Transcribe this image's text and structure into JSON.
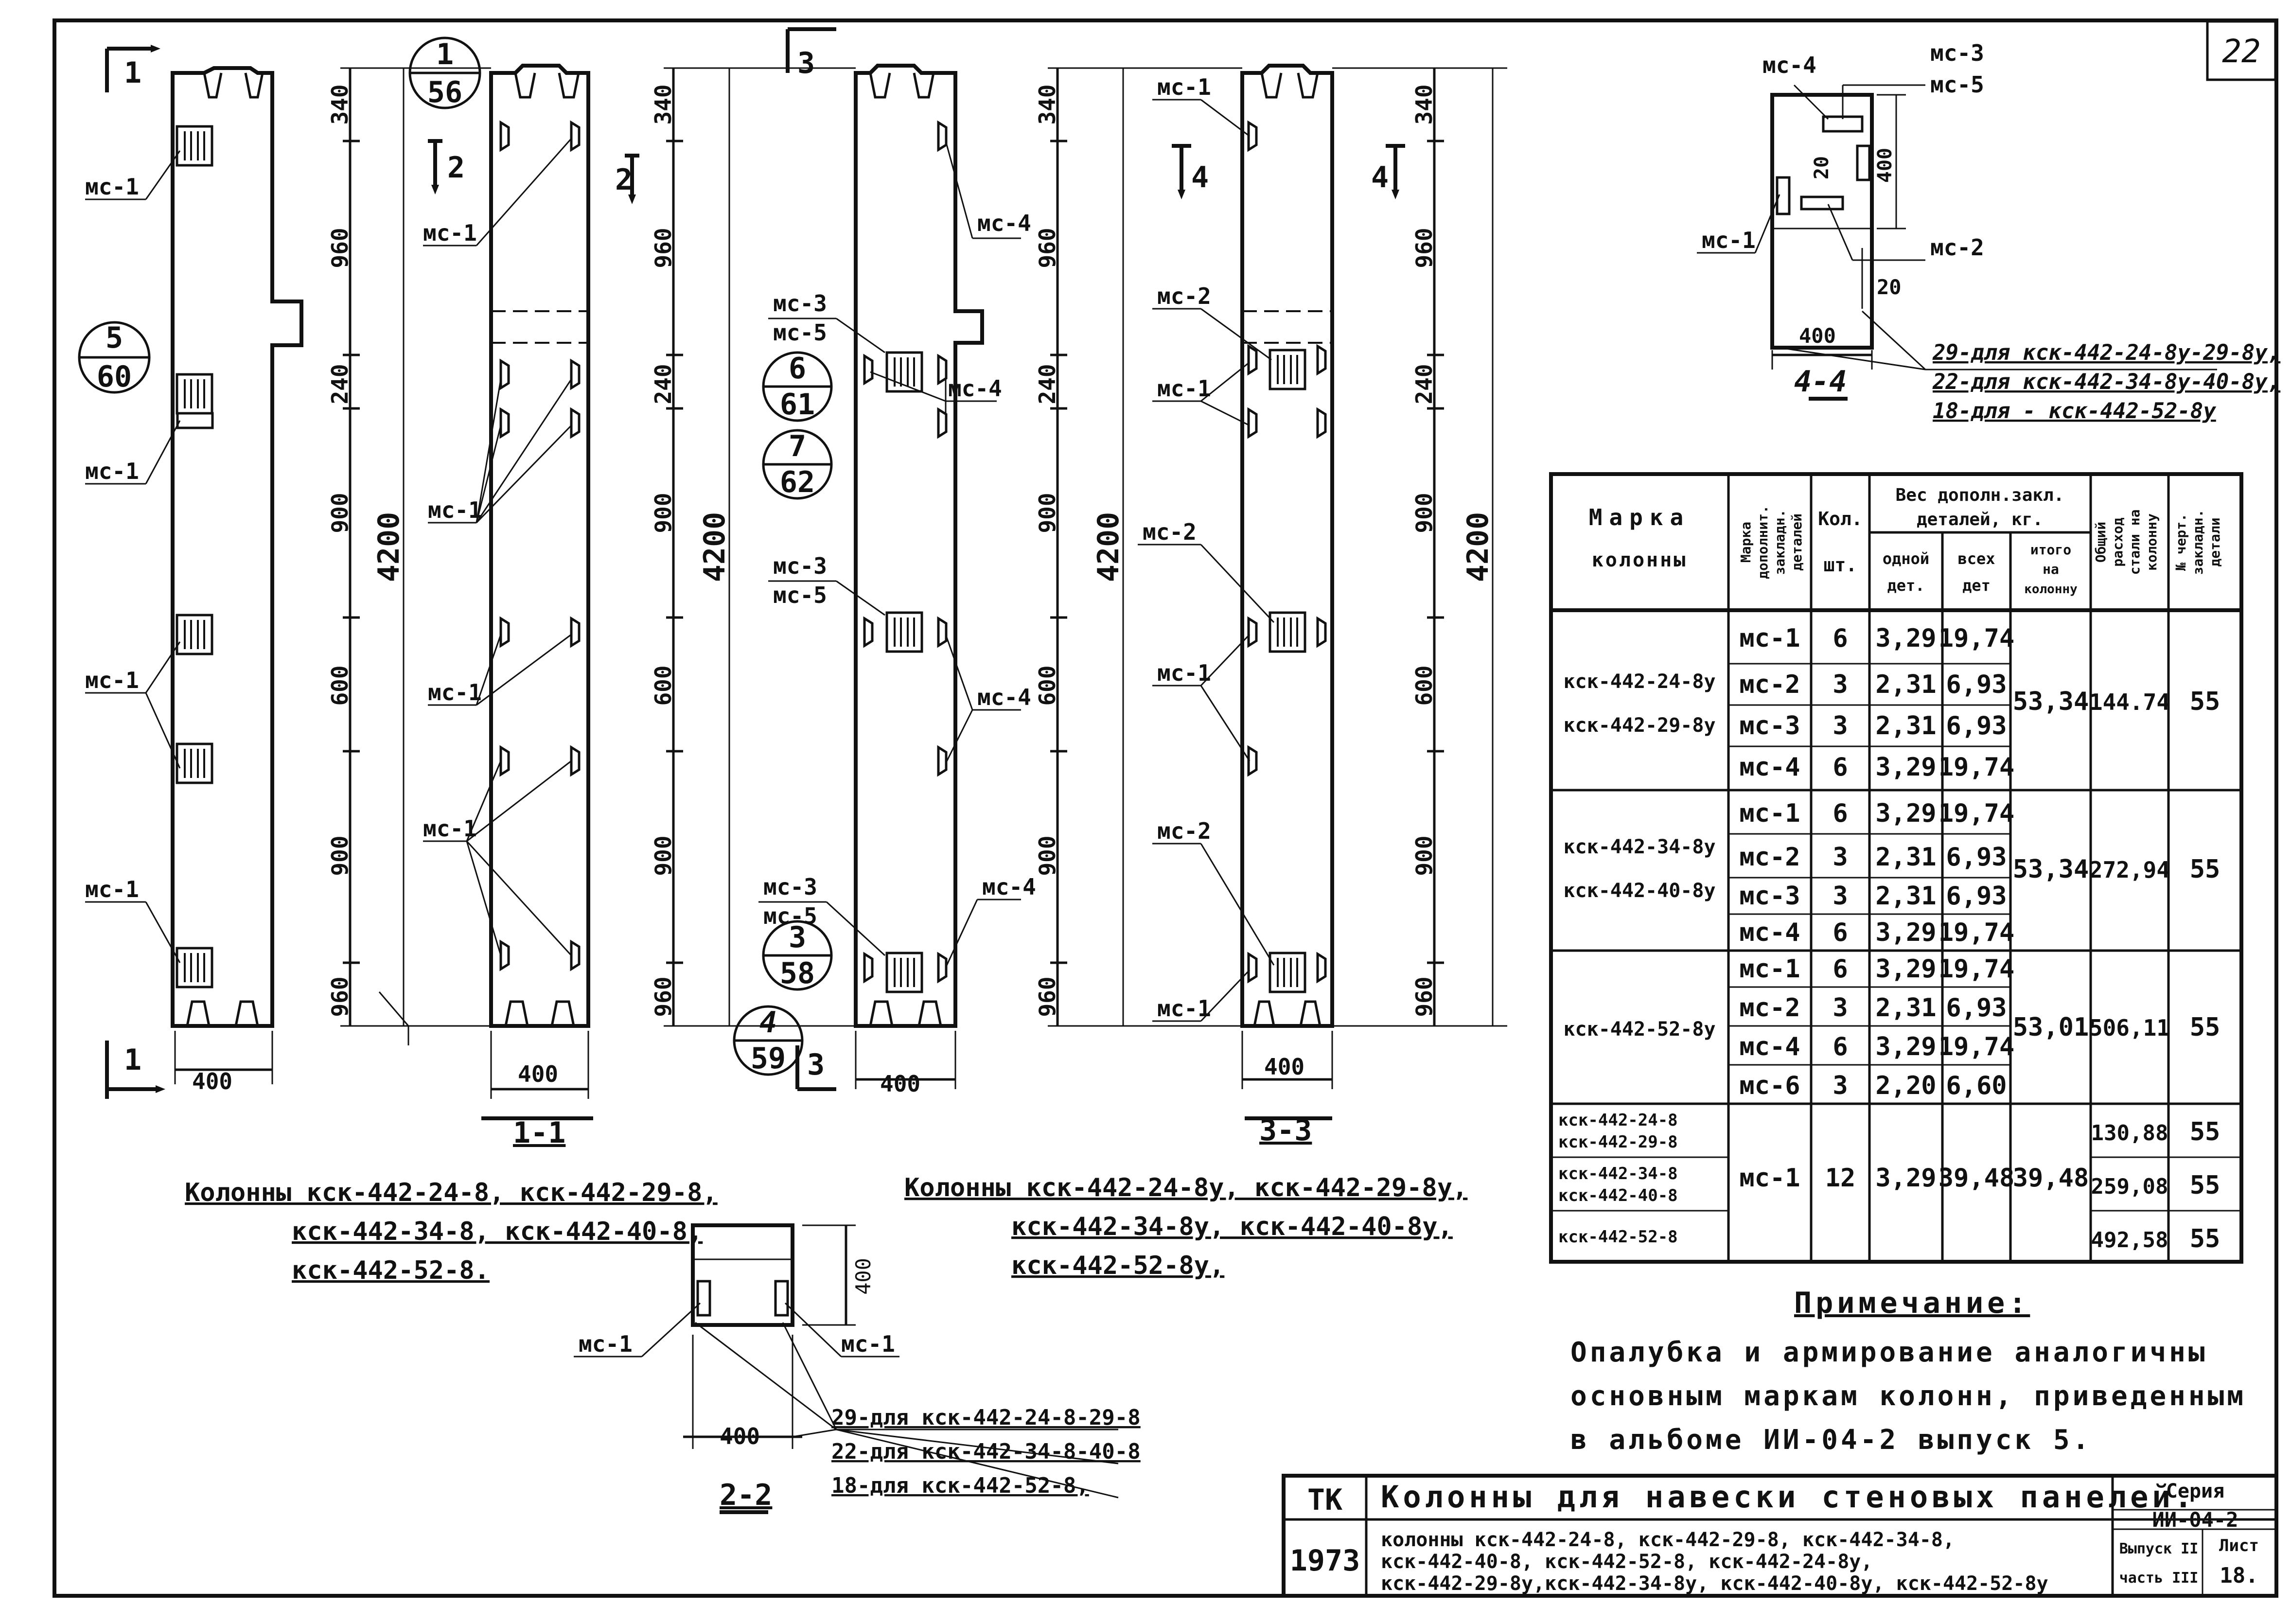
{
  "sheet": {
    "number": "22",
    "title_block": {
      "org": "ТК",
      "year": "1973",
      "title": "Колонны для навески стеновых панелей.",
      "subtitle_lines": [
        "колонны кск-442-24-8, кск-442-29-8, кск-442-34-8,",
        "кск-442-40-8, кск-442-52-8, кск-442-24-8у,",
        "кск-442-29-8у,кск-442-34-8у, кск-442-40-8у, кск-442-52-8у"
      ],
      "series_label": "Серия",
      "series_value": "ИИ-04-2",
      "issue_label": "Выпуск II",
      "part_label": "часть III",
      "sheet_label": "Лист",
      "sheet_value": "18."
    }
  },
  "views": {
    "section_marks": {
      "s1": "1",
      "s2": "2",
      "s3": "3",
      "s4": "4",
      "v11": "1-1",
      "v22": "2-2",
      "v33": "3-3",
      "v44": "4-4"
    },
    "dims": {
      "d340": "340",
      "d960": "960",
      "d240": "240",
      "d900": "900",
      "d600": "600",
      "d4200": "4200",
      "d400": "400",
      "d20": "20"
    },
    "mc": {
      "mc1": "мс-1",
      "mc2": "мс-2",
      "mc3": "мс-3",
      "mc4": "мс-4",
      "mc5": "мс-5"
    },
    "refs": [
      {
        "top": "1",
        "bottom": "56"
      },
      {
        "top": "5",
        "bottom": "60"
      },
      {
        "top": "6",
        "bottom": "61"
      },
      {
        "top": "7",
        "bottom": "62"
      },
      {
        "top": "3",
        "bottom": "58"
      },
      {
        "top": "4",
        "bottom": "59"
      }
    ],
    "caption_left": [
      "Колонны кск-442-24-8, кск-442-29-8,",
      "кск-442-34-8, кск-442-40-8,",
      "кск-442-52-8."
    ],
    "caption_right": [
      "Колонны кск-442-24-8у, кск-442-29-8у,",
      "кск-442-34-8у, кск-442-40-8у,",
      "кск-442-52-8у,"
    ],
    "note_44": [
      "29-для кск-442-24-8у-29-8у,",
      "22-для кск-442-34-8у-40-8у,",
      "18-для - кск-442-52-8у"
    ],
    "note_22": [
      "29-для кск-442-24-8-29-8",
      "22-для кск-442-34-8-40-8",
      "18-для кск-442-52-8,"
    ]
  },
  "table": {
    "headers": {
      "mark": "Марка колонны",
      "emb": "Марка дополнит. закладн. деталей",
      "qty": "Кол. шт.",
      "weight_group": "Вес дополн. закл. деталей, кг.",
      "one": "одной дет.",
      "all": "всех дет",
      "total": "итого на колонну",
      "steel": "Общий расход стали на колонну",
      "draw": "№ черт. закладн. детали"
    },
    "groups": [
      {
        "marks": [
          "кск-442-24-8у",
          "кск-442-29-8у"
        ],
        "rows": [
          [
            "мс-1",
            "6",
            "3,29",
            "19,74"
          ],
          [
            "мс-2",
            "3",
            "2,31",
            "6,93"
          ],
          [
            "мс-3",
            "3",
            "2,31",
            "6,93"
          ],
          [
            "мс-4",
            "6",
            "3,29",
            "19,74"
          ]
        ],
        "total": "53,34",
        "steel": "144.74",
        "draw": "55"
      },
      {
        "marks": [
          "кск-442-34-8у",
          "кск-442-40-8у"
        ],
        "rows": [
          [
            "мс-1",
            "6",
            "3,29",
            "19,74"
          ],
          [
            "мс-2",
            "3",
            "2,31",
            "6,93"
          ],
          [
            "мс-3",
            "3",
            "2,31",
            "6,93"
          ],
          [
            "мс-4",
            "6",
            "3,29",
            "19,74"
          ]
        ],
        "total": "53,34",
        "steel": "272,94",
        "draw": "55"
      },
      {
        "marks": [
          "кск-442-52-8у"
        ],
        "rows": [
          [
            "мс-1",
            "6",
            "3,29",
            "19,74"
          ],
          [
            "мс-2",
            "3",
            "2,31",
            "6,93"
          ],
          [
            "мс-4",
            "6",
            "3,29",
            "19,74"
          ],
          [
            "мс-6",
            "3",
            "2,20",
            "6,60"
          ]
        ],
        "total": "53,01",
        "steel": "506,11",
        "draw": "55"
      }
    ],
    "plain": {
      "marks": [
        [
          "кск-442-24-8",
          "кск-442-29-8"
        ],
        [
          "кск-442-34-8",
          "кск-442-40-8"
        ],
        [
          "кск-442-52-8"
        ]
      ],
      "emb": "мс-1",
      "qty": "12",
      "one": "3,29",
      "all": "39,48",
      "total": "39,48",
      "steel": [
        "130,88",
        "259,08",
        "492,58"
      ],
      "draw": [
        "55",
        "55",
        "55"
      ]
    }
  },
  "note": {
    "title": "Примечание:",
    "lines": [
      "Опалубка и армирование аналогичны",
      "основным маркам колонн, приведенным",
      "в альбоме ИИ-04-2 выпуск 5."
    ]
  }
}
